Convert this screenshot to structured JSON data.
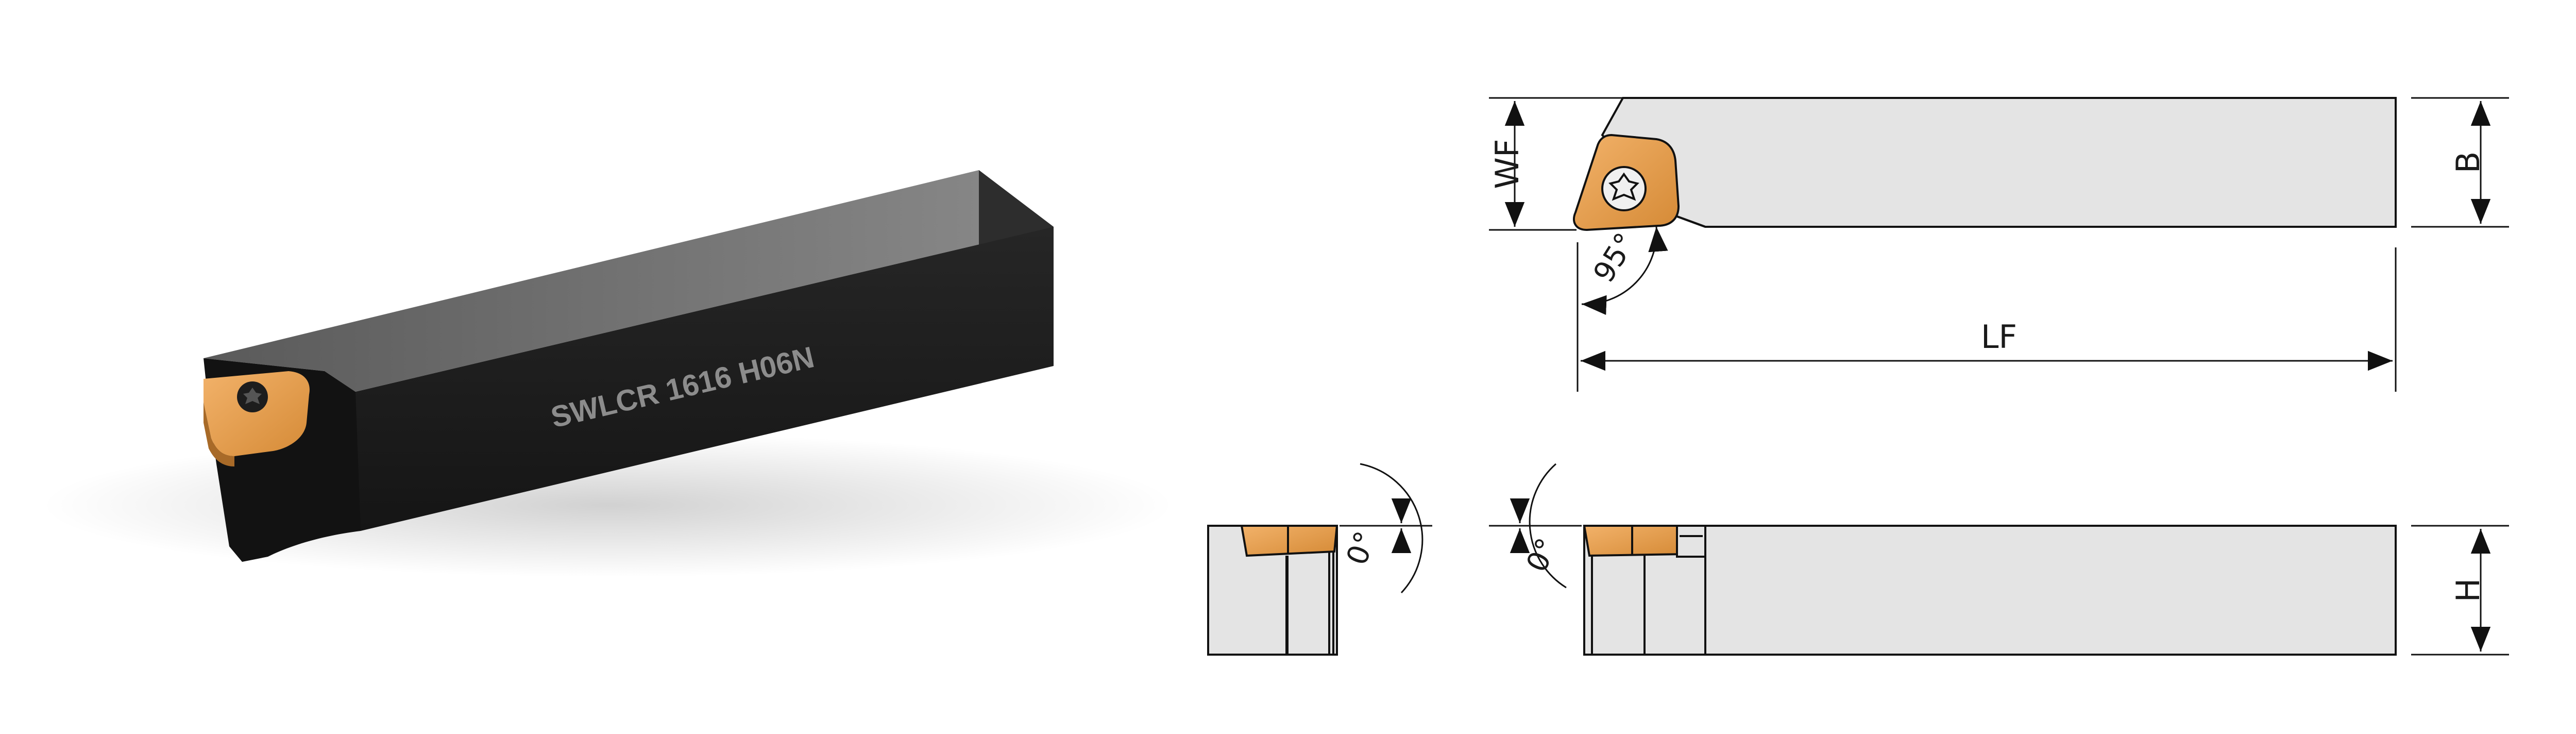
{
  "tool": {
    "designation": "SWLCR 1616 H06N"
  },
  "dimensions": {
    "wf": "WF",
    "b": "B",
    "lf": "LF",
    "h": "H",
    "approach_angle": "95°",
    "rake_angle_front": "0°",
    "rake_angle_side": "0°"
  },
  "colors": {
    "insert_gold": "#E39B45",
    "insert_dark": "#B8742A",
    "body_black": "#1c1c1c",
    "body_top": "#6e6e6e",
    "drawing_fill": "#e4e4e4",
    "line": "#111111"
  }
}
